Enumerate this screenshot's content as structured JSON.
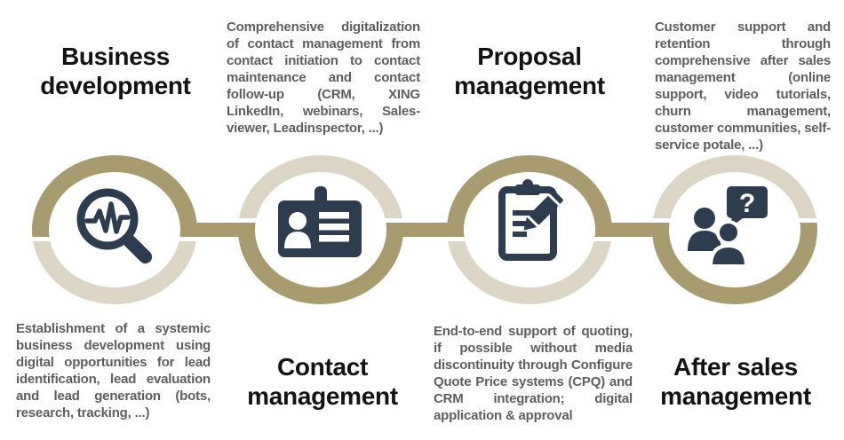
{
  "palette": {
    "dark_tan": "#a89b70",
    "light_beige": "#dcd6c6",
    "icon_navy": "#2e3c50",
    "title_color": "#131313",
    "body_color": "#5d5e60",
    "background": "#ffffff"
  },
  "diagram": {
    "kind": "process-flow",
    "stage_count": 4,
    "question_mark": "?"
  },
  "stages": [
    {
      "id": "business-development",
      "title": "Business development",
      "title_position": "above",
      "description": "Establishment of a systemic business development using digital opportunities for lead identification, lead evaluation and lead generation (bots, research, tracking, ...)",
      "icon": "magnifier-pulse-icon",
      "ring_top": "dark_tan",
      "ring_bottom": "light_beige"
    },
    {
      "id": "contact-management",
      "title": "Contact management",
      "title_position": "below",
      "description": "Comprehensive digitalization of contact management from contact initiation to contact maintenance and contact follow-up (CRM, XING LinkedIn, webinars, Sales-viewer, Leadinspector, ...)",
      "icon": "contact-card-icon",
      "ring_top": "light_beige",
      "ring_bottom": "dark_tan"
    },
    {
      "id": "proposal-management",
      "title": "Proposal management",
      "title_position": "above",
      "description": "End-to-end support of quoting, if possible without media discontinuity through Configure Quote Price systems (CPQ) and CRM integration; digital application & approval",
      "icon": "clipboard-pencil-icon",
      "ring_top": "dark_tan",
      "ring_bottom": "light_beige"
    },
    {
      "id": "after-sales-management",
      "title": "After sales management",
      "title_position": "below",
      "description": "Customer support and retention through comprehensive after sales management (online support, video tutorials, churn management, customer communities, self-service potale, ...)",
      "icon": "people-question-icon",
      "ring_top": "light_beige",
      "ring_bottom": "dark_tan"
    }
  ]
}
